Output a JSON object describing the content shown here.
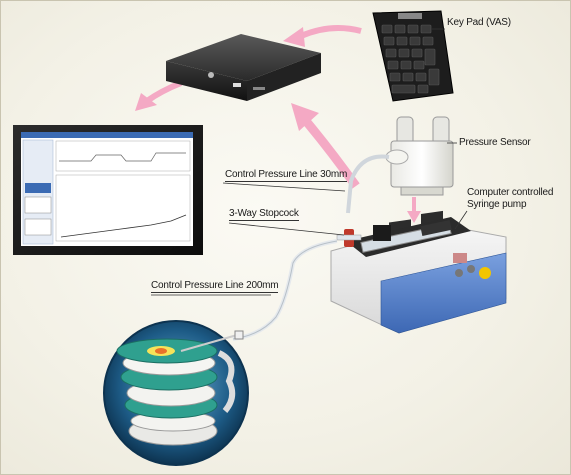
{
  "labels": {
    "keypad": "Key Pad (VAS)",
    "pressure_sensor": "Pressure Sensor",
    "control_line_30": "Control Pressure Line 30mm",
    "stopcock": "3-Way Stopcock",
    "pump_line1": "Computer controlled",
    "pump_line2": "Syringe pump",
    "control_line_200": "Control Pressure Line 200mm"
  },
  "colors": {
    "arrow": "#f4a9c4",
    "line": "#333333",
    "pump_blue": "#4a78c2",
    "disc_teal": "#2fa08f"
  },
  "icons": {
    "pc": "mini-pc-icon",
    "keypad": "keypad-icon",
    "monitor": "monitor-screen-icon",
    "sensor": "pressure-sensor-icon",
    "pump": "syringe-pump-icon",
    "spine": "spine-discography-icon"
  }
}
